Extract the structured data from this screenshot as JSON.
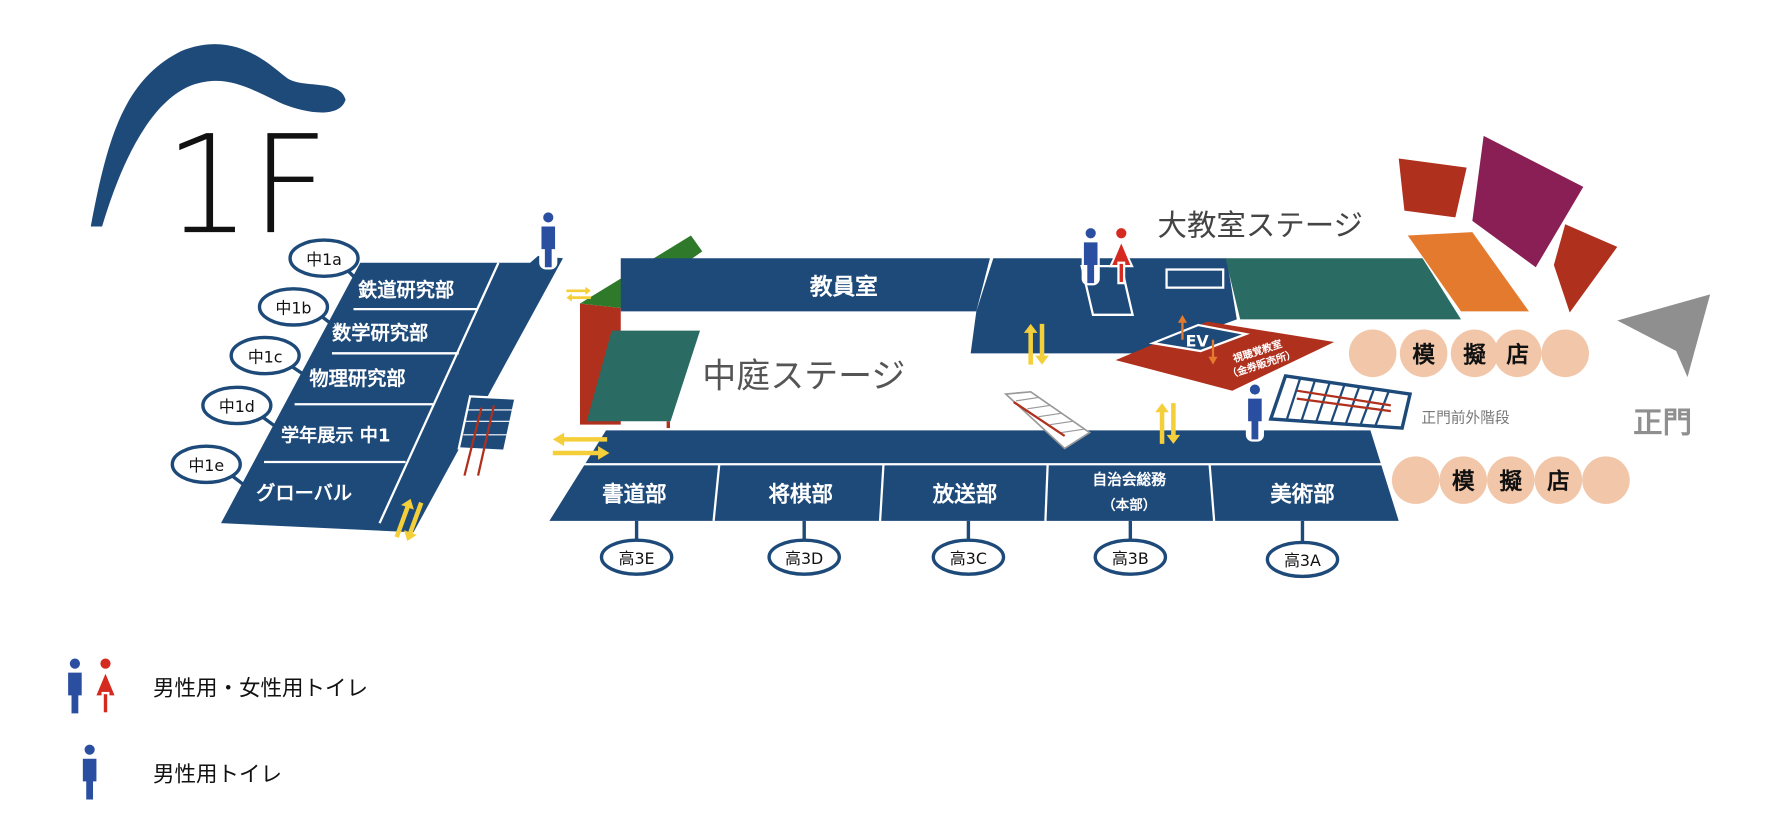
{
  "floor_label": "1F",
  "colors": {
    "navy": "#1e4a7a",
    "teal": "#2a6b63",
    "green": "#2e7a2a",
    "wall_red": "#b0301e",
    "magenta": "#8a1f55",
    "orange": "#e47a2e",
    "peach": "#f2c6a8",
    "arrow_yellow": "#f5cf3a",
    "gray": "#8f8f8f"
  },
  "left_wing": {
    "rooms": [
      {
        "name": "鉄道研究部",
        "tag": "中1a"
      },
      {
        "name": "数学研究部",
        "tag": "中1b"
      },
      {
        "name": "物理研究部",
        "tag": "中1c"
      },
      {
        "name": "学年展示 中1",
        "tag": "中1d"
      },
      {
        "name": "グローバル",
        "tag": "中1e"
      }
    ]
  },
  "staff_room": "教員室",
  "courtyard_stage": "中庭ステージ",
  "large_classroom_stage": "大教室ステージ",
  "av_room": {
    "line1": "視聴覚教室",
    "line2": "（金券販売所）",
    "ev": "EV"
  },
  "front_stairs": "正門前外階段",
  "main_gate": "正門",
  "stalls": [
    [
      "模",
      "擬",
      "店"
    ],
    [
      "模",
      "擬",
      "店"
    ]
  ],
  "bottom_rooms": [
    {
      "name": "書道部",
      "tag": "高3E"
    },
    {
      "name": "将棋部",
      "tag": "高3D"
    },
    {
      "name": "放送部",
      "tag": "高3C"
    },
    {
      "name": "自治会総務",
      "name2": "（本部）",
      "tag": "高3B"
    },
    {
      "name": "美術部",
      "tag": "高3A"
    }
  ],
  "legend": [
    {
      "icon": "male-female-toilet-icon",
      "label": "男性用・女性用トイレ"
    },
    {
      "icon": "male-toilet-icon",
      "label": "男性用トイレ"
    }
  ]
}
